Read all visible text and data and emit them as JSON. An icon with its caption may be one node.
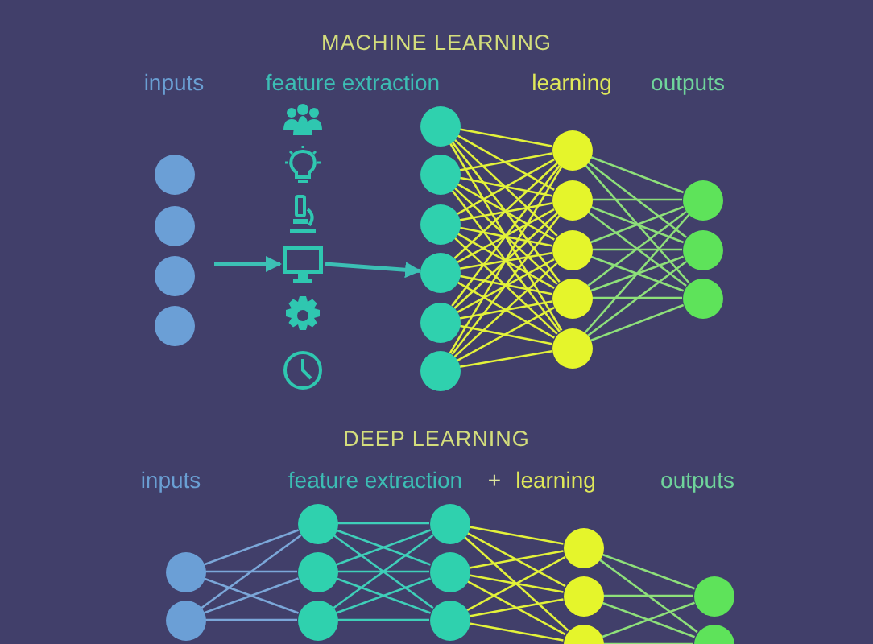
{
  "diagram": {
    "nodes": [
      {
        "text": [],
        "shape": "circle"
      },
      {
        "text": [],
        "shape": "circle"
      },
      {
        "text": [],
        "shape": "circle"
      },
      {
        "text": [],
        "shape": "circle"
      },
      {
        "text": [],
        "shape": "picture"
      },
      {
        "text": [],
        "shape": "picture"
      },
      {
        "text": [],
        "shape": "picture"
      },
      {
        "text": [],
        "shape": "picture"
      },
      {
        "text": [],
        "shape": "picture"
      },
      {
        "text": [],
        "shape": "picture"
      },
      {
        "text": [],
        "shape": "circle"
      },
      {
        "text": [],
        "shape": "circle"
      },
      {
        "text": [],
        "shape": "circle"
      },
      {
        "text": [],
        "shape": "circle"
      },
      {
        "text": [],
        "shape": "circle"
      },
      {
        "text": [],
        "shape": "circle"
      },
      {
        "text": [],
        "shape": "circle"
      },
      {
        "text": [],
        "shape": "circle"
      },
      {
        "text": [],
        "shape": "circle"
      },
      {
        "text": [],
        "shape": "circle"
      },
      {
        "text": [],
        "shape": "circle"
      },
      {
        "text": [],
        "shape": "circle"
      },
      {
        "text": [],
        "shape": "circle"
      },
      {
        "text": [],
        "shape": "circle"
      },
      {
        "text": [],
        "shape": "circle"
      },
      {
        "text": [],
        "shape": "circle"
      },
      {
        "text": [],
        "shape": "circle"
      },
      {
        "text": [],
        "shape": "circle"
      },
      {
        "text": [],
        "shape": "circle"
      },
      {
        "text": [],
        "shape": "circle"
      },
      {
        "text": [],
        "shape": "circle"
      },
      {
        "text": [],
        "shape": "circle"
      },
      {
        "text": [],
        "shape": "circle"
      },
      {
        "text": [],
        "shape": "circle"
      },
      {
        "text": [],
        "shape": "circle"
      },
      {
        "text": [],
        "shape": "circle"
      },
      {
        "text": [],
        "shape": "circle"
      }
    ],
    "edges": [
      {
        "from": null,
        "to": 7,
        "arrow": "to",
        "color": "#3cc0b5"
      },
      {
        "from": 7,
        "to": 13,
        "arrow": "to",
        "color": "#3cc0b5"
      },
      {
        "from": 10,
        "to": 16,
        "arrow": "none"
      },
      {
        "from": 10,
        "to": 17,
        "arrow": "none"
      },
      {
        "from": 10,
        "to": 18,
        "arrow": "none"
      },
      {
        "from": 10,
        "to": 19,
        "arrow": "none"
      },
      {
        "from": 10,
        "to": 20,
        "arrow": "none"
      },
      {
        "from": 11,
        "to": 16,
        "arrow": "none"
      },
      {
        "from": 11,
        "to": 17,
        "arrow": "none"
      },
      {
        "from": 11,
        "to": 18,
        "arrow": "none"
      },
      {
        "from": 11,
        "to": 19,
        "arrow": "none"
      },
      {
        "from": 11,
        "to": 20,
        "arrow": "none"
      },
      {
        "from": 12,
        "to": 16,
        "arrow": "none"
      },
      {
        "from": 12,
        "to": 17,
        "arrow": "none"
      },
      {
        "from": 12,
        "to": 18,
        "arrow": "none"
      },
      {
        "from": 12,
        "to": 19,
        "arrow": "none"
      },
      {
        "from": 12,
        "to": 20,
        "arrow": "none"
      },
      {
        "from": 13,
        "to": 16,
        "arrow": "none"
      },
      {
        "from": 13,
        "to": 17,
        "arrow": "none"
      },
      {
        "from": 13,
        "to": 18,
        "arrow": "none"
      },
      {
        "from": 13,
        "to": 19,
        "arrow": "none"
      },
      {
        "from": 13,
        "to": 20,
        "arrow": "none"
      },
      {
        "from": 14,
        "to": 16,
        "arrow": "none"
      },
      {
        "from": 14,
        "to": 17,
        "arrow": "none"
      },
      {
        "from": 14,
        "to": 18,
        "arrow": "none"
      },
      {
        "from": 14,
        "to": 19,
        "arrow": "none"
      },
      {
        "from": 14,
        "to": 20,
        "arrow": "none"
      },
      {
        "from": 15,
        "to": 16,
        "arrow": "none"
      },
      {
        "from": 15,
        "to": 17,
        "arrow": "none"
      },
      {
        "from": 15,
        "to": 18,
        "arrow": "none"
      },
      {
        "from": 15,
        "to": 19,
        "arrow": "none"
      },
      {
        "from": 15,
        "to": 20,
        "arrow": "none"
      },
      {
        "from": 16,
        "to": 21,
        "arrow": "none",
        "color": "#8ee07a"
      },
      {
        "from": 16,
        "to": 22,
        "arrow": "none",
        "color": "#8ee07a"
      },
      {
        "from": 16,
        "to": 23,
        "arrow": "none",
        "color": "#8ee07a"
      },
      {
        "from": 17,
        "to": 21,
        "arrow": "none",
        "color": "#8ee07a"
      },
      {
        "from": 17,
        "to": 22,
        "arrow": "none",
        "color": "#8ee07a"
      },
      {
        "from": 17,
        "to": 23,
        "arrow": "none",
        "color": "#8ee07a"
      },
      {
        "from": 18,
        "to": 21,
        "arrow": "none",
        "color": "#8ee07a"
      },
      {
        "from": 18,
        "to": 22,
        "arrow": "none",
        "color": "#8ee07a"
      },
      {
        "from": 18,
        "to": 23,
        "arrow": "none",
        "color": "#8ee07a"
      },
      {
        "from": 19,
        "to": 21,
        "arrow": "none",
        "color": "#8ee07a"
      },
      {
        "from": 19,
        "to": 22,
        "arrow": "none",
        "color": "#8ee07a"
      },
      {
        "from": 19,
        "to": 23,
        "arrow": "none",
        "color": "#8ee07a"
      },
      {
        "from": 20,
        "to": 21,
        "arrow": "none",
        "color": "#8ee07a"
      },
      {
        "from": 20,
        "to": 22,
        "arrow": "none",
        "color": "#8ee07a"
      },
      {
        "from": 20,
        "to": 23,
        "arrow": "none",
        "color": "#8ee07a"
      },
      {
        "from": 24,
        "to": 26,
        "arrow": "none",
        "color": "#7ba7d9"
      },
      {
        "from": 24,
        "to": 27,
        "arrow": "none",
        "color": "#7ba7d9"
      },
      {
        "from": 24,
        "to": 28,
        "arrow": "none",
        "color": "#7ba7d9"
      },
      {
        "from": 25,
        "to": 26,
        "arrow": "none",
        "color": "#7ba7d9"
      },
      {
        "from": 25,
        "to": 27,
        "arrow": "none",
        "color": "#7ba7d9"
      },
      {
        "from": 25,
        "to": 28,
        "arrow": "none",
        "color": "#7ba7d9"
      },
      {
        "from": 26,
        "to": 29,
        "arrow": "none",
        "color": "#3fcfb9"
      },
      {
        "from": 26,
        "to": 30,
        "arrow": "none",
        "color": "#3fcfb9"
      },
      {
        "from": 26,
        "to": 31,
        "arrow": "none",
        "color": "#3fcfb9"
      },
      {
        "from": 27,
        "to": 29,
        "arrow": "none",
        "color": "#3fcfb9"
      },
      {
        "from": 27,
        "to": 30,
        "arrow": "none",
        "color": "#3fcfb9"
      },
      {
        "from": 27,
        "to": 31,
        "arrow": "none",
        "color": "#3fcfb9"
      },
      {
        "from": 28,
        "to": 29,
        "arrow": "none",
        "color": "#3fcfb9"
      },
      {
        "from": 28,
        "to": 30,
        "arrow": "none",
        "color": "#3fcfb9"
      },
      {
        "from": 28,
        "to": 31,
        "arrow": "none",
        "color": "#3fcfb9"
      },
      {
        "from": 29,
        "to": 32,
        "arrow": "none"
      },
      {
        "from": 29,
        "to": 33,
        "arrow": "none"
      },
      {
        "from": 29,
        "to": 34,
        "arrow": "none"
      },
      {
        "from": 30,
        "to": 32,
        "arrow": "none"
      },
      {
        "from": 30,
        "to": 33,
        "arrow": "none"
      },
      {
        "from": 30,
        "to": 34,
        "arrow": "none"
      },
      {
        "from": 31,
        "to": 32,
        "arrow": "none"
      },
      {
        "from": 31,
        "to": 33,
        "arrow": "none"
      },
      {
        "from": 31,
        "to": 34,
        "arrow": "none"
      },
      {
        "from": 32,
        "to": 35,
        "arrow": "none",
        "color": "#8ee07a"
      },
      {
        "from": 32,
        "to": 36,
        "arrow": "none",
        "color": "#8ee07a"
      },
      {
        "from": 33,
        "to": 35,
        "arrow": "none",
        "color": "#8ee07a"
      },
      {
        "from": 33,
        "to": 36,
        "arrow": "none",
        "color": "#8ee07a"
      },
      {
        "from": 34,
        "to": 35,
        "arrow": "none",
        "color": "#8ee07a"
      },
      {
        "from": 34,
        "to": 36,
        "arrow": "none",
        "color": "#8ee07a"
      }
    ],
    "labels": [
      "MACHINE LEARNING",
      "inputs",
      "feature extraction",
      "learning",
      "outputs",
      "DEEP LEARNING",
      "inputs",
      "feature extraction",
      "+",
      "learning",
      "outputs"
    ]
  }
}
